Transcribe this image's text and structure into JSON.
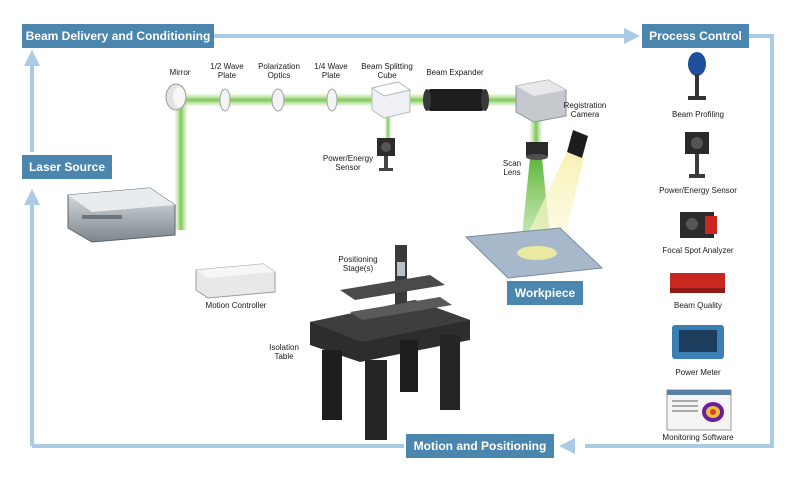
{
  "boxes": {
    "beam_delivery": "Beam Delivery and Conditioning",
    "process_control": "Process Control",
    "laser_source": "Laser Source",
    "workpiece": "Workpiece",
    "motion_positioning": "Motion and Positioning"
  },
  "optics": {
    "mirror": "Mirror",
    "half_wave": "1/2 Wave\nPlate",
    "polarization": "Polarization\nOptics",
    "quarter_wave": "1/4 Wave\nPlate",
    "beam_splitting": "Beam Splitting\nCube",
    "beam_expander": "Beam Expander",
    "registration_camera": "Registration\nCamera",
    "power_energy_sensor": "Power/Energy\nSensor",
    "scan_lens": "Scan\nLens"
  },
  "motion": {
    "motion_controller": "Motion Controller",
    "positioning_stage": "Positioning\nStage(s)",
    "isolation_table": "Isolation\nTable"
  },
  "process_items": [
    "Beam Profiling",
    "Power/Energy Sensor",
    "Focal Spot Analyzer",
    "Beam Quality",
    "Power Meter",
    "Monitoring Software"
  ],
  "colors": {
    "box": "#4a86ad",
    "arrow": "#a9cbe3",
    "beam": "#8fcf6a",
    "device_dark": "#2b2b2b",
    "device_red": "#c8281e",
    "workpiece": "#a6b8c9"
  }
}
